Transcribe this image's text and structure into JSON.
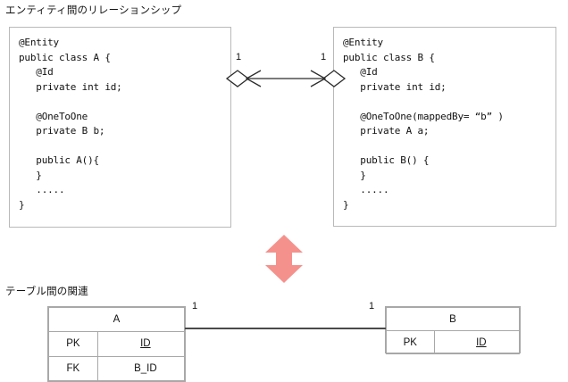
{
  "captions": {
    "entity_section": "エンティティ間のリレーションシップ",
    "table_section": "テーブル間の関連"
  },
  "code_blocks": [
    {
      "name": "entity-class-a",
      "class_name": "A",
      "code": "@Entity\npublic class A {\n   @Id\n   private int id;\n\n   @OneToOne\n   private B b;\n\n   public A(){\n   }\n   .....\n}"
    },
    {
      "name": "entity-class-b",
      "class_name": "B",
      "code": "@Entity\npublic class B {\n   @Id\n   private int id;\n\n   @OneToOne(mappedBy= “b” )\n   private A a;\n\n   public B() {\n   }\n   .....\n}"
    }
  ],
  "uml_association": {
    "left_multiplicity": "1",
    "right_multiplicity": "1",
    "left_end_decoration": "diamond-with-arrowhead",
    "right_end_decoration": "diamond-with-arrowhead",
    "line_color": "#3a3a3a"
  },
  "transform_arrow": {
    "icon": "double-headed-vertical-arrow",
    "color": "#F5918C"
  },
  "er_tables": [
    {
      "name": "er-table-a",
      "title": "A",
      "rows": [
        {
          "key": "PK",
          "column": "ID",
          "underlined": true
        },
        {
          "key": "FK",
          "column": "B_ID",
          "underlined": false
        }
      ]
    },
    {
      "name": "er-table-b",
      "title": "B",
      "rows": [
        {
          "key": "PK",
          "column": "ID",
          "underlined": true
        }
      ]
    }
  ],
  "er_relationship": {
    "left_multiplicity": "1",
    "right_multiplicity": "1",
    "line_color": "#4a4a4a"
  }
}
